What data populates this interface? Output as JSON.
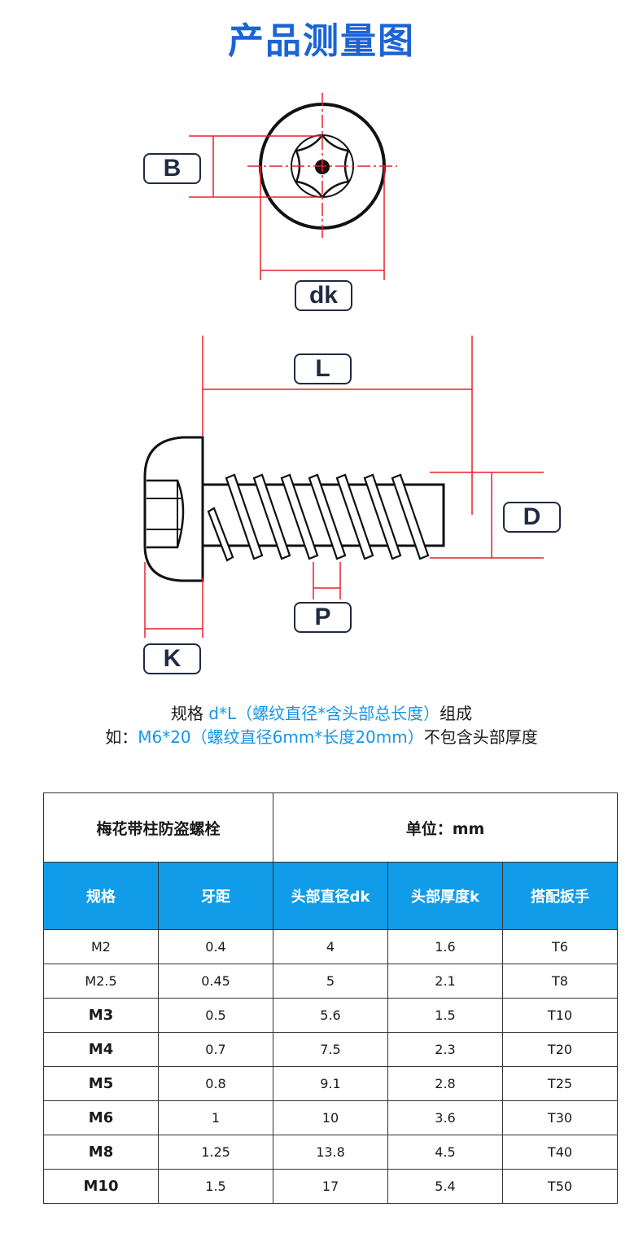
{
  "title": "产品测量图",
  "labels": {
    "B": "B",
    "dk": "dk",
    "L": "L",
    "D": "D",
    "P": "P",
    "K": "K"
  },
  "spec": {
    "line1_prefix": "规格 ",
    "line1_blue": "d*L（螺纹直径*含头部总长度）",
    "line1_suffix": "组成",
    "line2_prefix": "如：",
    "line2_blue": "M6*20（螺纹直径6mm*长度20mm）",
    "line2_suffix": "不包含头部厚度"
  },
  "table": {
    "product_name": "梅花带柱防盗螺栓",
    "unit": "单位：mm",
    "headers": [
      "规格",
      "牙距",
      "头部直径dk",
      "头部厚度k",
      "搭配扳手"
    ],
    "rows": [
      [
        "M2",
        "0.4",
        "4",
        "1.6",
        "T6"
      ],
      [
        "M2.5",
        "0.45",
        "5",
        "2.1",
        "T8"
      ],
      [
        "M3",
        "0.5",
        "5.6",
        "1.5",
        "T10"
      ],
      [
        "M4",
        "0.7",
        "7.5",
        "2.3",
        "T20"
      ],
      [
        "M5",
        "0.8",
        "9.1",
        "2.8",
        "T25"
      ],
      [
        "M6",
        "1",
        "10",
        "3.6",
        "T30"
      ],
      [
        "M8",
        "1.25",
        "13.8",
        "4.5",
        "T40"
      ],
      [
        "M10",
        "1.5",
        "17",
        "5.4",
        "T50"
      ]
    ]
  },
  "colors": {
    "title": "#1a64d6",
    "highlight": "#1796e6",
    "header_bg": "#109ce8",
    "dimension": "#e8212a"
  }
}
